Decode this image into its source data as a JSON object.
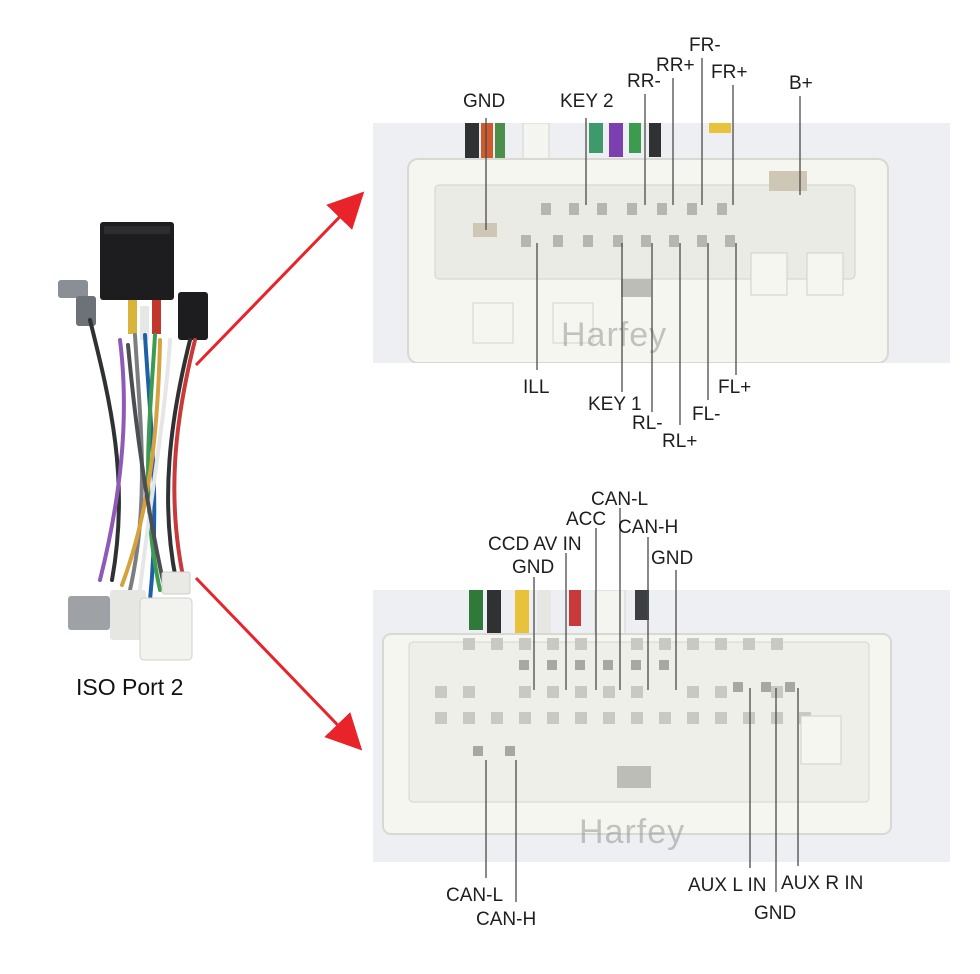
{
  "caption": "ISO Port 2",
  "watermark": "Harfey",
  "top_connector": {
    "top_labels": {
      "gnd": "GND",
      "key2": "KEY 2",
      "rr_minus": "RR-",
      "rr_plus": "RR+",
      "fr_minus": "FR-",
      "fr_plus": "FR+",
      "b_plus": "B+"
    },
    "bottom_labels": {
      "ill": "ILL",
      "key1": "KEY 1",
      "rl_minus": "RL-",
      "rl_plus": "RL+",
      "fl_minus": "FL-",
      "fl_plus": "FL+"
    }
  },
  "bottom_connector": {
    "top_labels": {
      "can_l": "CAN-L",
      "acc": "ACC",
      "can_h": "CAN-H",
      "ccd_av_in": "CCD AV IN",
      "gnd_left": "GND",
      "gnd_right": "GND"
    },
    "bottom_labels": {
      "can_l": "CAN-L",
      "can_h": "CAN-H",
      "aux_l_in": "AUX L IN",
      "gnd": "GND",
      "aux_r_in": "AUX R IN"
    }
  },
  "colors": {
    "arrow": "#e8232a",
    "connector_body": "#f6f6f1",
    "label_text": "#1e1e1e",
    "leader_line": "#4a4a4a"
  }
}
